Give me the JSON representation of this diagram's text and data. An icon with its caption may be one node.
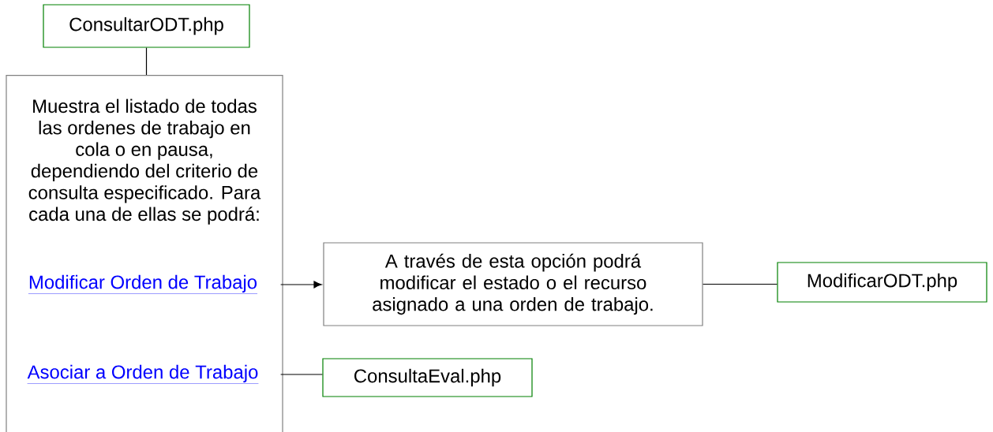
{
  "diagram": {
    "nodes": [
      {
        "text": [
          "ConsultarODT.php"
        ]
      },
      {
        "text": [
          "Muestra el listado de todas las ordenes de trabajo en cola o en pausa, dependiendo del criterio de consulta especificado. Para cada una de ellas se podrá:"
        ]
      },
      {
        "text": [
          "Modificar Orden de Trabajo"
        ],
        "in": 1
      },
      {
        "text": [
          "Asociar a Orden de Trabajo"
        ],
        "in": 1
      },
      {
        "text": [
          "A través de esta opción podrá modificar el estado o el recurso asignado a una orden de trabajo."
        ]
      },
      {
        "text": [
          "ModificarODT.php"
        ]
      },
      {
        "text": [
          "ConsultaEval.php"
        ]
      }
    ],
    "edges": [
      {
        "from": 0,
        "to": 1,
        "arrow": "none"
      },
      {
        "from": 2,
        "to": 4,
        "arrow": "to"
      },
      {
        "from": 4,
        "to": 5,
        "arrow": "none"
      },
      {
        "from": 3,
        "to": 6,
        "arrow": "none"
      }
    ]
  }
}
